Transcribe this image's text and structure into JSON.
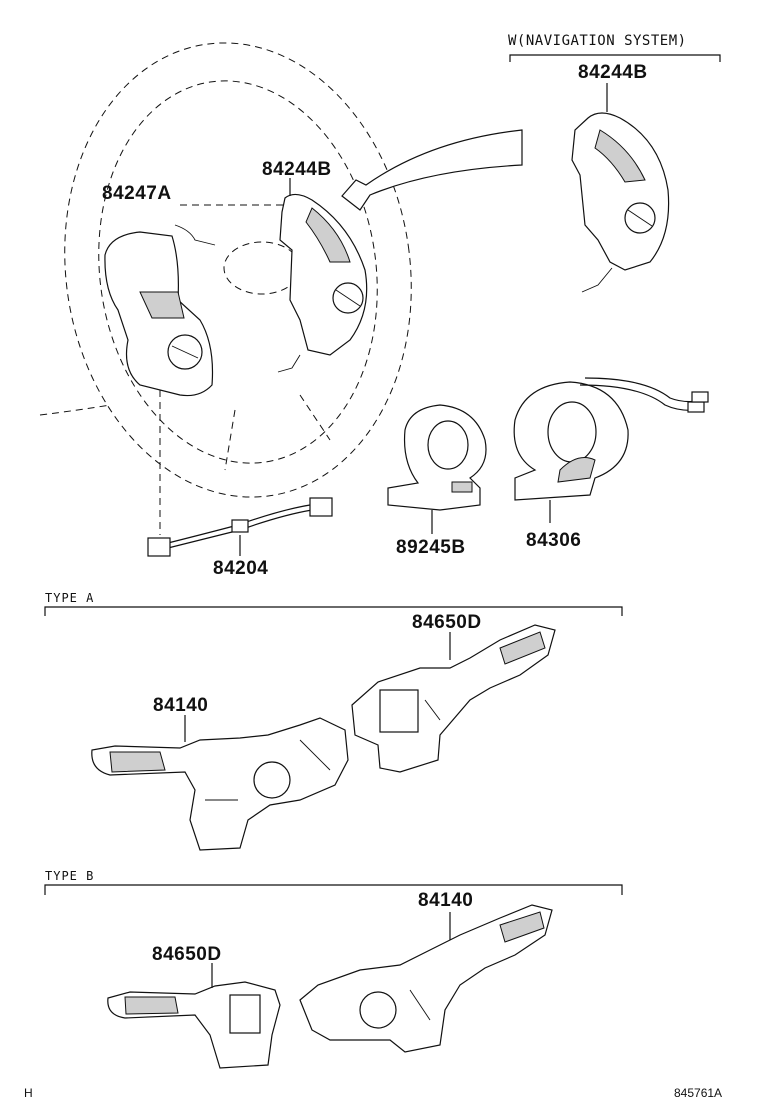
{
  "section_labels": {
    "nav_variant": "W(NAVIGATION SYSTEM)",
    "type_a": "TYPE A",
    "type_b": "TYPE B"
  },
  "part_numbers": {
    "nav_switch": "84244B",
    "steering_switch_right": "84244B",
    "steering_switch_left": "84247A",
    "wire_harness": "84204",
    "clock_spring_a": "89245B",
    "clock_spring_b": "84306",
    "type_a_wiper_switch": "84650D",
    "type_a_turn_switch": "84140",
    "type_b_turn_switch": "84140",
    "type_b_wiper_switch": "84650D"
  },
  "footer": {
    "left_mark": "H",
    "drawing_id": "845761A"
  }
}
